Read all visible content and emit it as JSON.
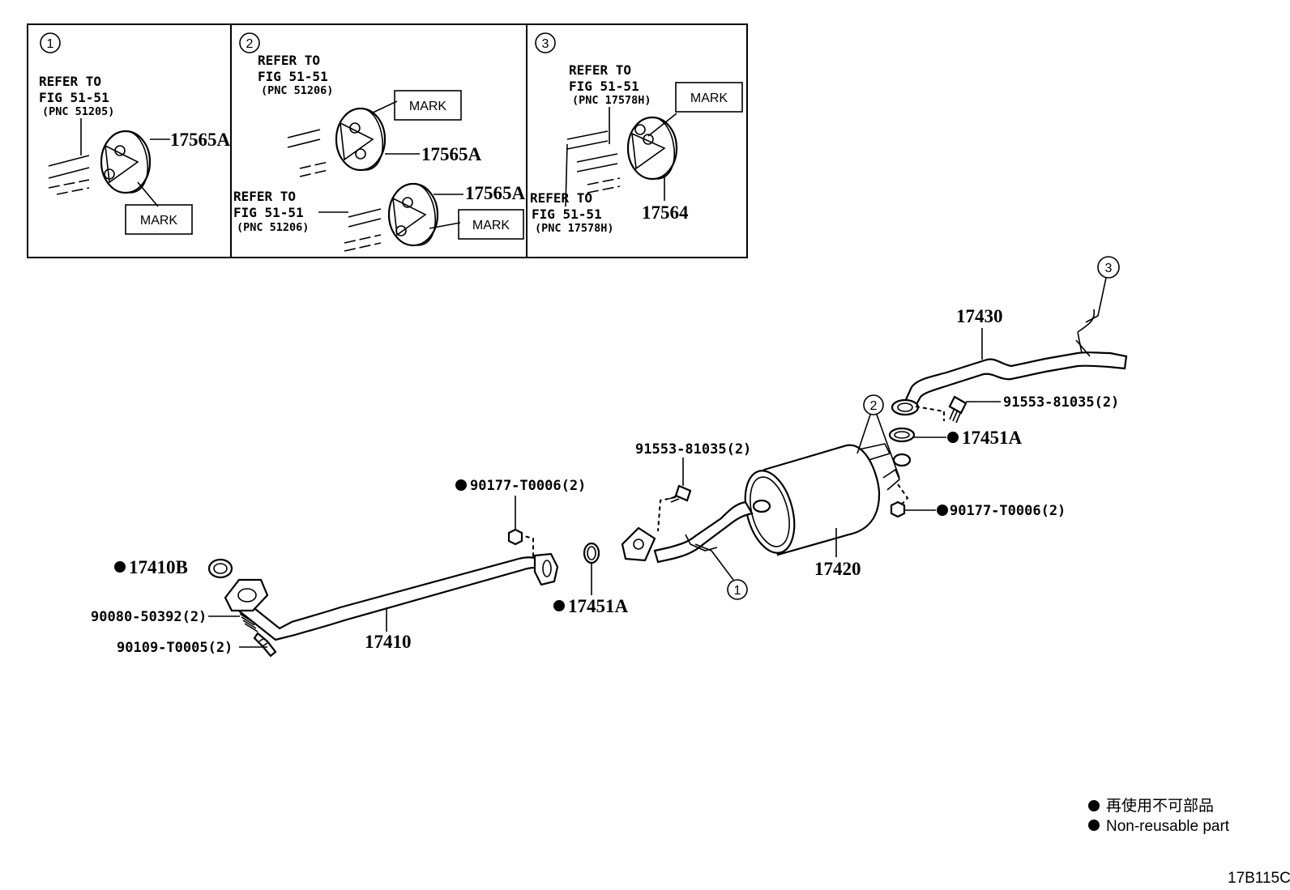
{
  "insets": [
    {
      "num": "1",
      "refer": [
        "REFER TO",
        "FIG 51-51",
        "(PNC 51205)"
      ],
      "part": "17565A",
      "mark": "MARK"
    },
    {
      "num": "2",
      "refer_a": [
        "REFER TO",
        "FIG 51-51",
        "(PNC 51206)"
      ],
      "part_a": "17565A",
      "mark_a": "MARK",
      "refer_b": [
        "REFER TO",
        "FIG 51-51",
        "(PNC 51206)"
      ],
      "part_b": "17565A",
      "mark_b": "MARK"
    },
    {
      "num": "3",
      "refer_a": [
        "REFER TO",
        "FIG 51-51",
        "(PNC 17578H)"
      ],
      "mark": "MARK",
      "refer_b": [
        "REFER TO",
        "FIG 51-51",
        "(PNC 17578H)"
      ],
      "part": "17564"
    }
  ],
  "callouts": {
    "c1": "1",
    "c2": "2",
    "c3": "3"
  },
  "parts": {
    "p17430": "17430",
    "p91553_top": "91553-81035(2)",
    "p17451A_top": "17451A",
    "p91553_mid": "91553-81035(2)",
    "p90177_right": "90177-T0006(2)",
    "p90177_left": "90177-T0006(2)",
    "p17420": "17420",
    "p17410B": "17410B",
    "p90080": "90080-50392(2)",
    "p90109": "90109-T0005(2)",
    "p17410": "17410",
    "p17451A_bottom": "17451A"
  },
  "legend": {
    "line1": "再使用不可部品",
    "line2": "Non-reusable part"
  },
  "figure_code": "17B115C"
}
